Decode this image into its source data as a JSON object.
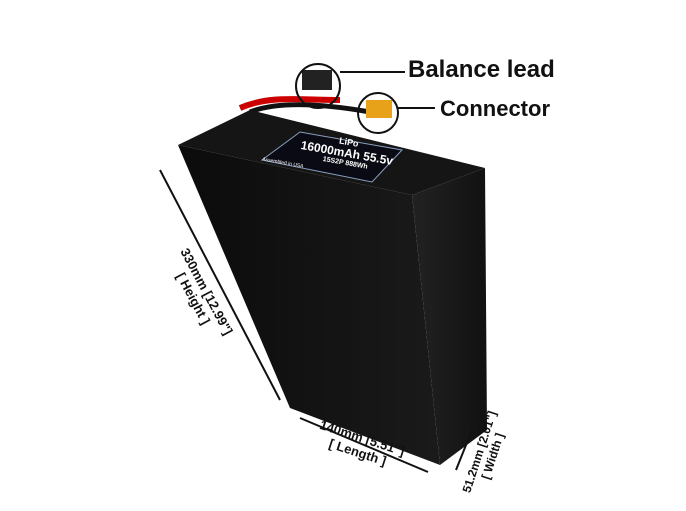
{
  "callouts": {
    "balance_lead": "Balance lead",
    "connector": "Connector"
  },
  "battery_label": {
    "chemistry": "LiPo",
    "capacity_voltage": "16000mAh 55.5v",
    "config_energy": "15S2P 888Wh",
    "origin": "Assembled in USA"
  },
  "dimensions": {
    "height": "330mm [12.99\"]",
    "height_label": "[ Height ]",
    "length": "140mm [5.51\"]",
    "length_label": "[ Length ]",
    "width": "51.2mm [2.01\"]",
    "width_label": "[ Width ]"
  }
}
